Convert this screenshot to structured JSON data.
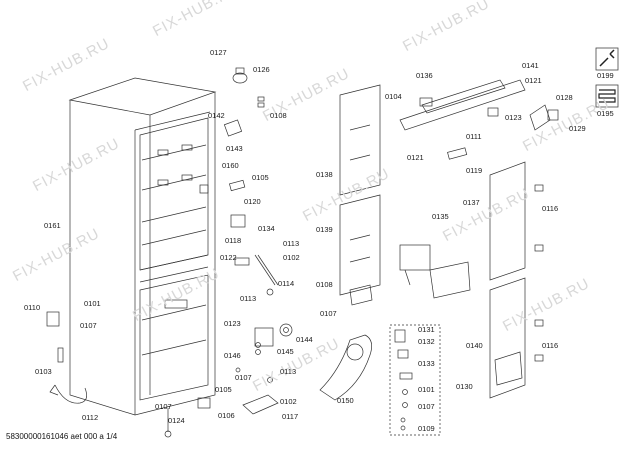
{
  "watermark": "FIX-HUB.RU",
  "footer": "58300000161046 aet 000 a 1/4",
  "colors": {
    "line": "#333333",
    "watermark": "#d8d8d8",
    "accent_part": "#555555"
  },
  "icons": [
    {
      "name": "tools-icon",
      "code": "0199"
    },
    {
      "name": "coil-icon",
      "code": "0195"
    }
  ],
  "part_labels": [
    "0127",
    "0126",
    "0142",
    "0108",
    "0143",
    "0160",
    "0105",
    "0120",
    "0134",
    "0118",
    "0122",
    "0113",
    "0102",
    "0114",
    "0108",
    "0113",
    "0107",
    "0123",
    "0144",
    "0145",
    "0146",
    "0107",
    "0105",
    "0106",
    "0113",
    "0102",
    "0117",
    "0107",
    "0124",
    "0112",
    "0103",
    "0110",
    "0101",
    "0107",
    "0161",
    "0136",
    "0141",
    "0121",
    "0128",
    "0104",
    "0111",
    "0123",
    "0129",
    "0121",
    "0119",
    "0138",
    "0139",
    "0135",
    "0137",
    "0116",
    "0116",
    "0140",
    "0131",
    "0132",
    "0133",
    "0101",
    "0107",
    "0109",
    "0130",
    "0150"
  ]
}
